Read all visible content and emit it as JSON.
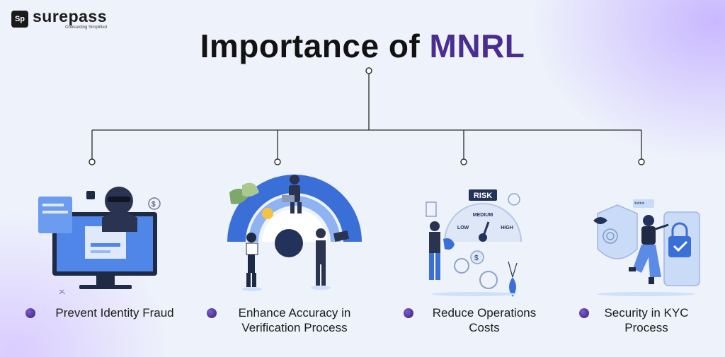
{
  "brand": {
    "badge": "Sp",
    "name": "surepass",
    "tagline": "Onboarding Simplified"
  },
  "title": {
    "main": "Importance of",
    "accent": "MNRL"
  },
  "items": [
    {
      "label": "Prevent Identity Fraud",
      "illustration": "hacker-computer-icon"
    },
    {
      "label": "Enhance Accuracy in Verification Process",
      "illustration": "target-accuracy-icon"
    },
    {
      "label": "Reduce Operations Costs",
      "illustration": "risk-gauge-icon"
    },
    {
      "label": "Security in KYC Process",
      "illustration": "security-shield-icon"
    }
  ],
  "illustration_text": {
    "risk": "RISK",
    "medium": "MEDIUM",
    "low": "LOW",
    "high": "HIGH"
  },
  "colors": {
    "accent": "#4a2e8f",
    "primary_blue": "#3b6fd8",
    "dark_navy": "#1f2a44",
    "background": "#eef2fb"
  }
}
